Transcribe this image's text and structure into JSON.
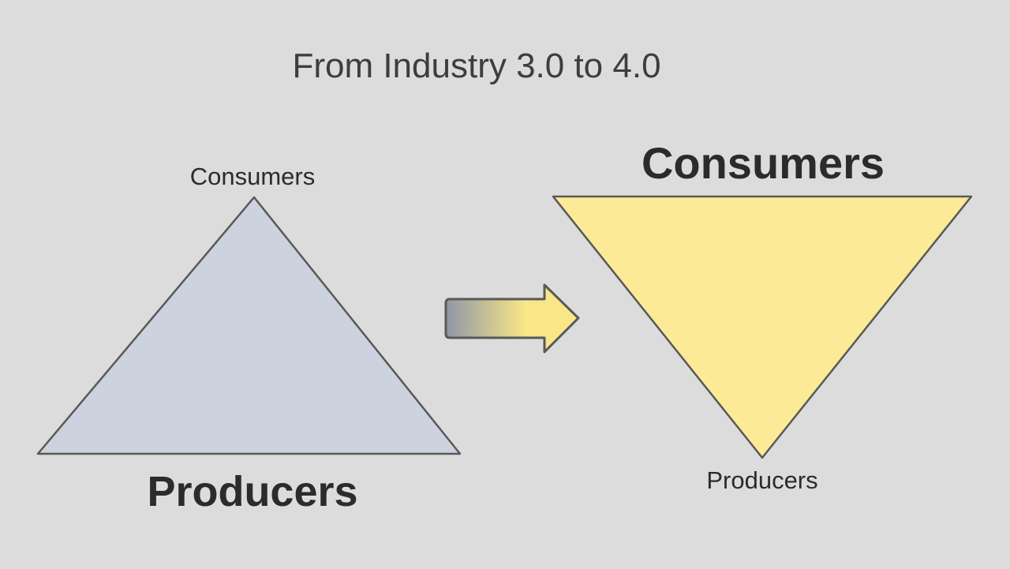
{
  "title": "From Industry 3.0 to 4.0",
  "diagram": {
    "left_pyramid": {
      "orientation": "point-up",
      "top_label": "Consumers",
      "bottom_label": "Producers",
      "emphasis": "bottom"
    },
    "right_pyramid": {
      "orientation": "point-down",
      "top_label": "Consumers",
      "bottom_label": "Producers",
      "emphasis": "top"
    },
    "arrow": {
      "direction": "right",
      "meaning": "transition from Industry 3.0 to Industry 4.0"
    }
  },
  "colors": {
    "background": "#dcdcdc",
    "left_triangle_fill": "#ccd3de",
    "right_triangle_fill": "#fdea97",
    "shape_stroke": "#595959",
    "title_color": "#3d3d3d",
    "label_color": "#2b2b2b",
    "arrow_gradient_start": "#8f97a6",
    "arrow_gradient_end": "#f9e687"
  }
}
